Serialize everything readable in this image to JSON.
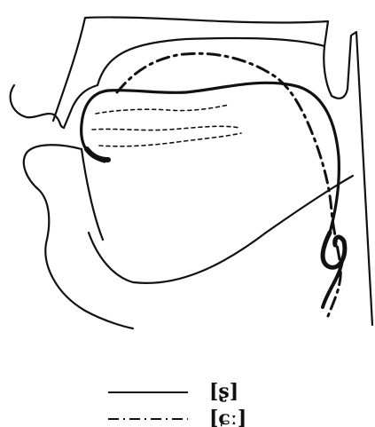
{
  "figure": {
    "colors": {
      "background": "#ffffff",
      "ink": "#111111"
    }
  },
  "legend": {
    "items": [
      {
        "line_style": "solid",
        "label": "[ʂ]"
      },
      {
        "line_style": "dash-dot",
        "label": "[ɕː]"
      }
    ]
  }
}
